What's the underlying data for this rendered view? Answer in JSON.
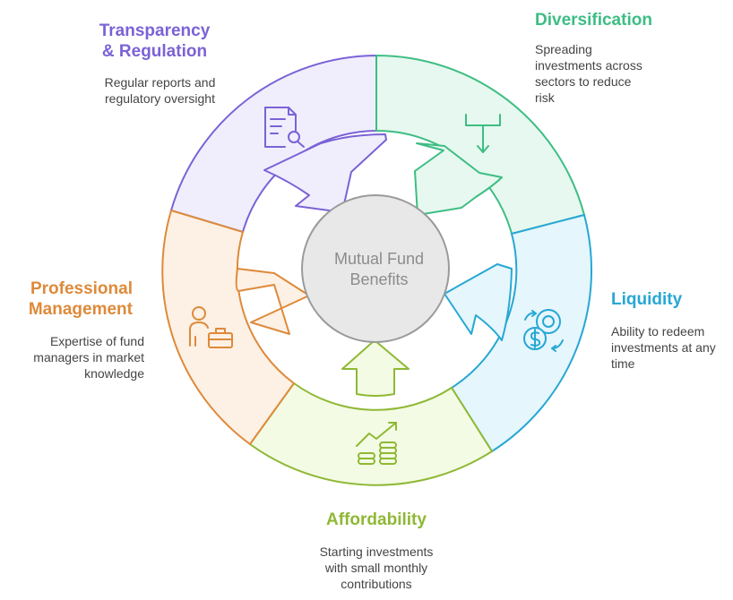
{
  "center": {
    "line1": "Mutual Fund",
    "line2": "Benefits"
  },
  "segments": [
    {
      "id": "transparency",
      "title_line1": "Transparency",
      "title_line2": "& Regulation",
      "desc_lines": [
        "Regular reports and",
        "regulatory oversight"
      ],
      "icon": "document-search-icon",
      "color": "#7b62d6",
      "fill": "#f0eefc"
    },
    {
      "id": "diversification",
      "title_line1": "Diversification",
      "desc_lines": [
        "Spreading",
        "investments across",
        "sectors to reduce",
        "risk"
      ],
      "icon": "funnel-arrow-icon",
      "color": "#3dbd83",
      "fill": "#e6f8ef"
    },
    {
      "id": "liquidity",
      "title_line1": "Liquidity",
      "desc_lines": [
        "Ability to redeem",
        "investments at any",
        "time"
      ],
      "icon": "coin-exchange-icon",
      "color": "#27a7d4",
      "fill": "#e5f6fc"
    },
    {
      "id": "affordability",
      "title_line1": "Affordability",
      "desc_lines": [
        "Starting investments",
        "with small monthly",
        "contributions"
      ],
      "icon": "coins-growth-icon",
      "color": "#8fb835",
      "fill": "#f3fbe4"
    },
    {
      "id": "professional",
      "title_line1": "Professional",
      "title_line2": "Management",
      "desc_lines": [
        "Expertise of fund",
        "managers in market",
        "knowledge"
      ],
      "icon": "manager-briefcase-icon",
      "color": "#dd8a3a",
      "fill": "#fdf0e4"
    }
  ]
}
